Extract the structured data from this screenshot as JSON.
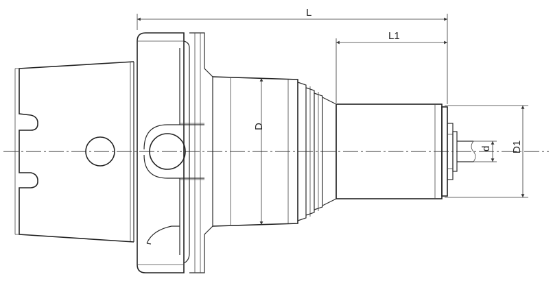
{
  "labels": {
    "L": "L",
    "L1": "L1",
    "D": "D",
    "D1": "D1",
    "d": "d"
  },
  "colors": {
    "line": "#2b2b2b",
    "background": "#ffffff"
  }
}
